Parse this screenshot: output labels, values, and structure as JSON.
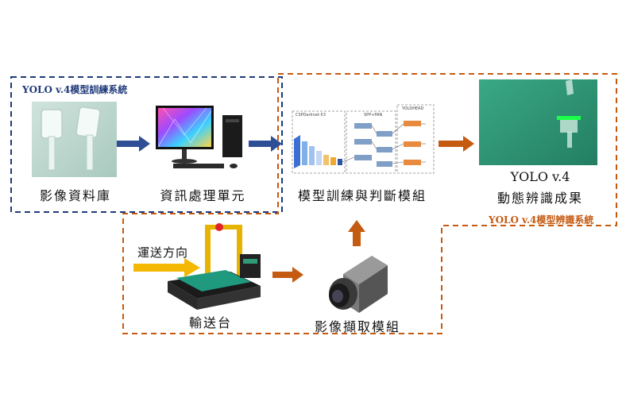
{
  "training_system": {
    "title": "YOLO v.4模型訓練系統",
    "color": "#1f3a7a"
  },
  "recognition_system": {
    "title": "YOLO v.4模型辨識系統",
    "color": "#c55a11"
  },
  "nodes": {
    "image_database": "影像資料庫",
    "processing_unit": "資訊處理單元",
    "training_module": "模型訓練與判斷模組",
    "result_line1": "YOLO v.4",
    "result_line2": "動態辨識成果",
    "conveyor": "輸送台",
    "conveyor_direction": "運送方向",
    "capture_module": "影像擷取模組"
  },
  "network_labels": {
    "backbone": "CSPDarknet-53",
    "neck": "SPP+PAN",
    "head": "YOLOHEAD"
  },
  "colors": {
    "blue_arrow": "#2e4e96",
    "orange_arrow": "#c55a11",
    "direction_arrow": "#f5b800",
    "result_bg": "#2f9b78"
  }
}
